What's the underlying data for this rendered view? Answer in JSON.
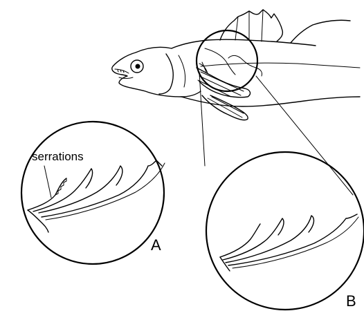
{
  "labels": {
    "serrations": "serrations",
    "panel_a": "A",
    "panel_b": "B"
  },
  "colors": {
    "line": "#000000",
    "background": "#ffffff"
  }
}
